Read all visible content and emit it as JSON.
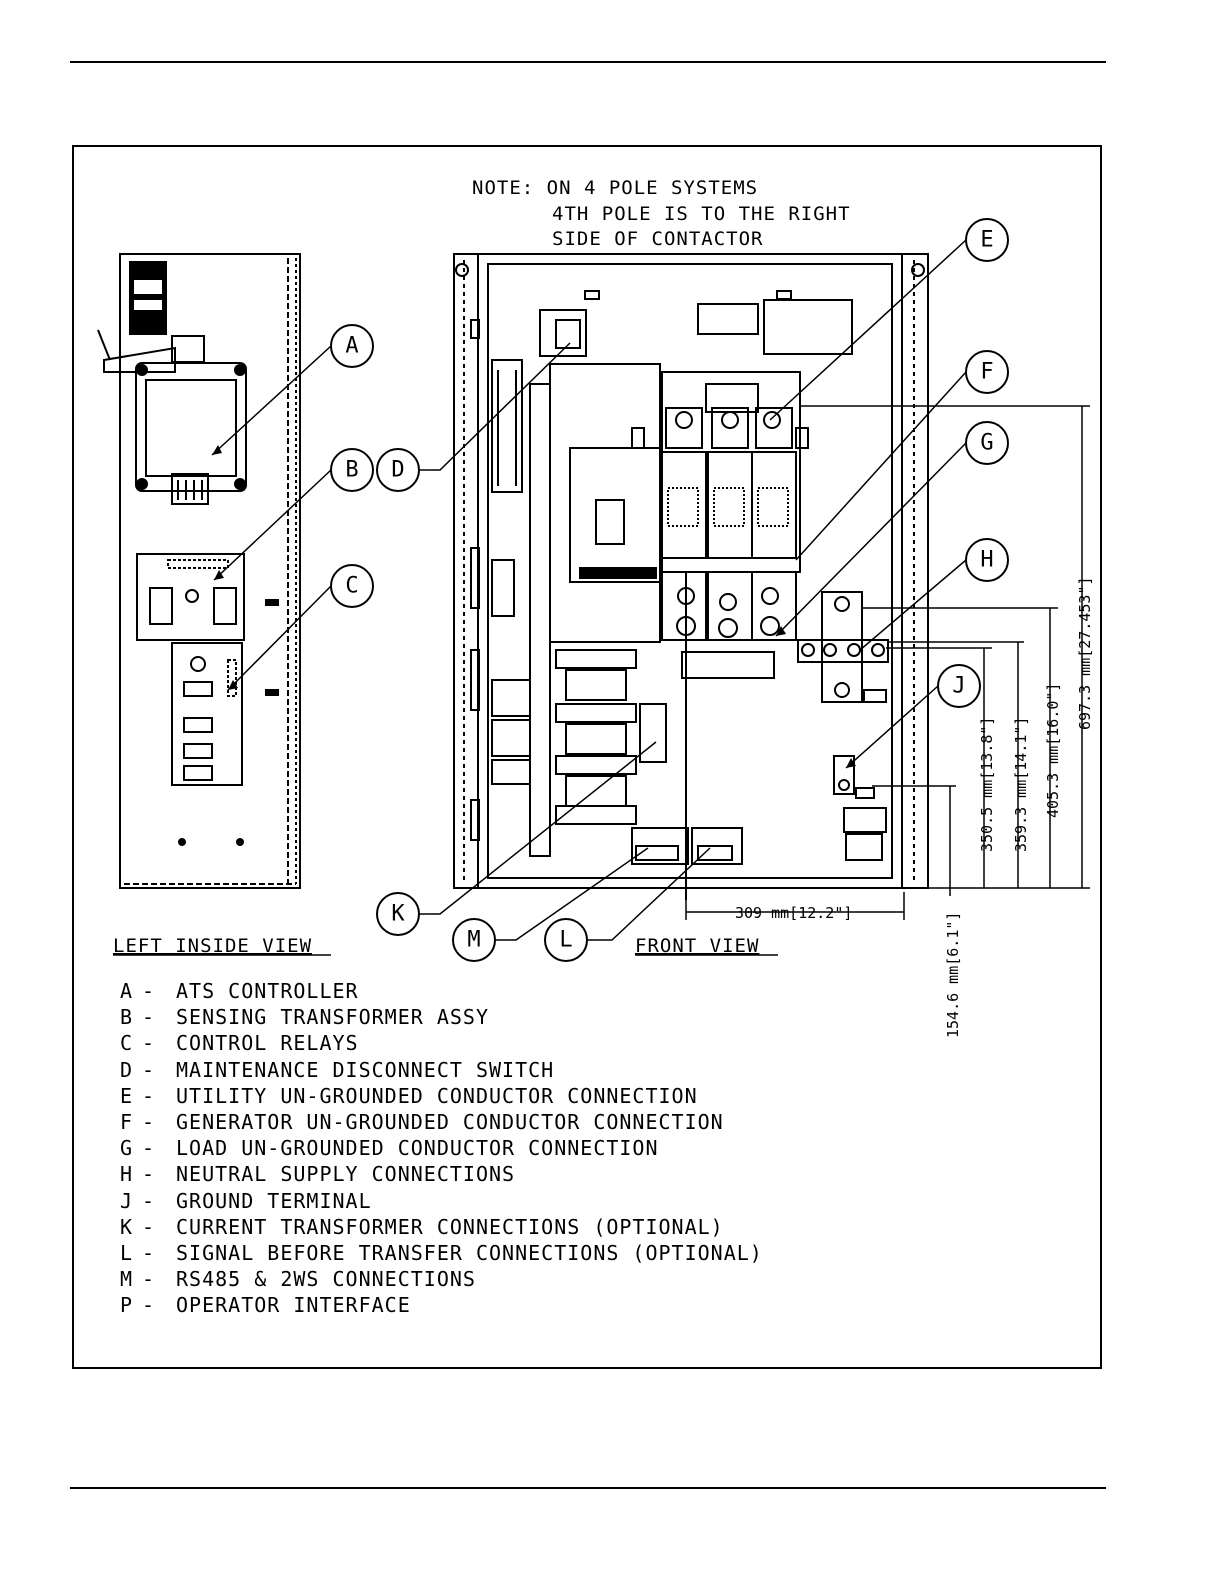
{
  "note": {
    "lines": [
      "NOTE: ON 4 POLE SYSTEMS",
      "4TH POLE IS TO THE RIGHT",
      "SIDE OF CONTACTOR"
    ]
  },
  "views": {
    "left": "LEFT INSIDE VIEW",
    "front": "FRONT VIEW"
  },
  "callouts": [
    "A",
    "B",
    "C",
    "D",
    "E",
    "F",
    "G",
    "H",
    "J",
    "K",
    "L",
    "M"
  ],
  "dimensions": {
    "width": "309 mm[12.2\"]",
    "h1": "154.6 mm[6.1\"]",
    "h2": "350.5 mm[13.8\"]",
    "h3": "359.3 mm[14.1\"]",
    "h4": "405.3 mm[16.0\"]",
    "h5": "697.3 mm[27.453\"]"
  },
  "legend": [
    {
      "key": "A",
      "text": "ATS CONTROLLER"
    },
    {
      "key": "B",
      "text": "SENSING TRANSFORMER ASSY"
    },
    {
      "key": "C",
      "text": "CONTROL RELAYS"
    },
    {
      "key": "D",
      "text": "MAINTENANCE DISCONNECT SWITCH"
    },
    {
      "key": "E",
      "text": "UTILITY UN-GROUNDED CONDUCTOR CONNECTION"
    },
    {
      "key": "F",
      "text": "GENERATOR UN-GROUNDED CONDUCTOR CONNECTION"
    },
    {
      "key": "G",
      "text": "LOAD UN-GROUNDED CONDUCTOR CONNECTION"
    },
    {
      "key": "H",
      "text": "NEUTRAL SUPPLY CONNECTIONS"
    },
    {
      "key": "J",
      "text": "GROUND TERMINAL"
    },
    {
      "key": "K",
      "text": "CURRENT TRANSFORMER CONNECTIONS (OPTIONAL)"
    },
    {
      "key": "L",
      "text": "SIGNAL BEFORE TRANSFER CONNECTIONS (OPTIONAL)"
    },
    {
      "key": "M",
      "text": "RS485 & 2WS CONNECTIONS"
    },
    {
      "key": "P",
      "text": "OPERATOR INTERFACE"
    }
  ]
}
